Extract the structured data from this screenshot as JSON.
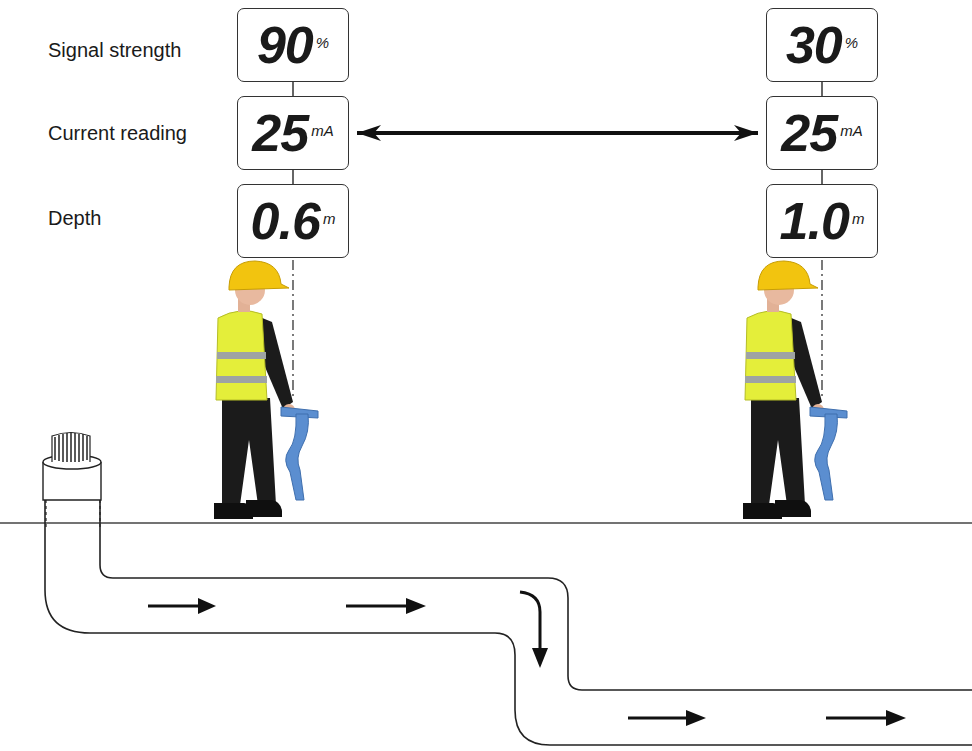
{
  "diagram": {
    "nodes": [
      {
        "text": [
          "90",
          "%"
        ]
      },
      {
        "text": [
          "25",
          "mA"
        ]
      },
      {
        "text": [
          "0.6",
          "m"
        ]
      },
      {
        "text": [
          "30",
          "%"
        ]
      },
      {
        "text": [
          "25",
          "mA"
        ]
      },
      {
        "text": [
          "1.0",
          "m"
        ]
      }
    ],
    "edges": [
      {
        "from": 0,
        "to": 1,
        "arrow": "none"
      },
      {
        "from": 1,
        "to": 2,
        "arrow": "none"
      },
      {
        "from": 3,
        "to": 4,
        "arrow": "none"
      },
      {
        "from": 4,
        "to": 5,
        "arrow": "none"
      },
      {
        "from": 1,
        "to": 4,
        "arrow": "both"
      }
    ],
    "labels": [
      "Signal strength",
      "Current reading",
      "Depth"
    ]
  }
}
